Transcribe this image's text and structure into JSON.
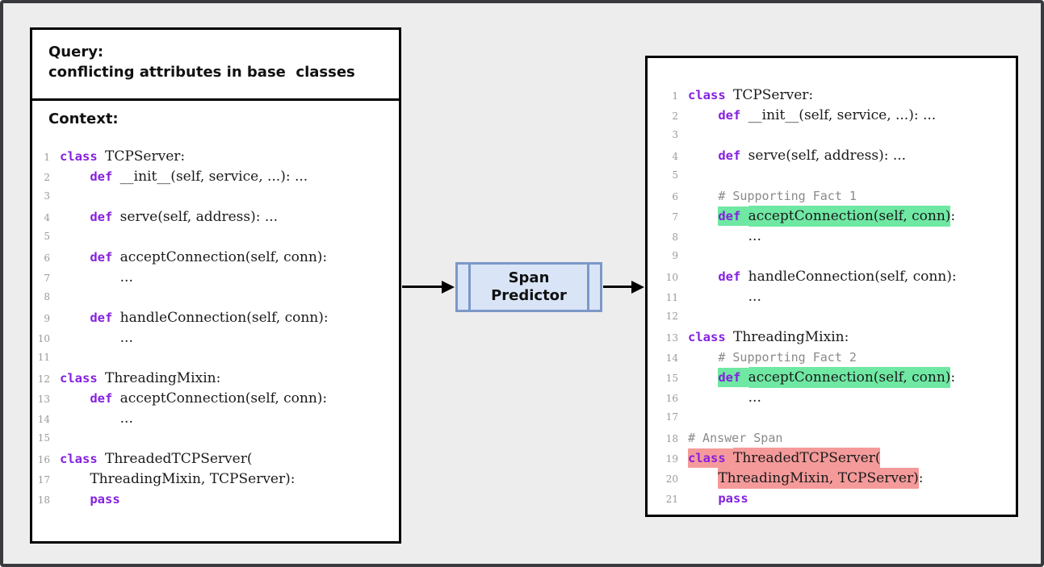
{
  "colors": {
    "keyword": "#8520e0",
    "comment": "#8a8a8a",
    "line_number": "#9a9a9a",
    "highlight_green": "#6fe8a3",
    "highlight_red": "#f59a9a",
    "predictor_fill": "#d9e5f7",
    "predictor_border": "#7b98c8",
    "canvas_bg": "#ededee",
    "panel_border": "#000000",
    "frame_border": "#383a3e"
  },
  "left_panel": {
    "query_label": "Query:",
    "query_text": "conflicting attributes in base  classes",
    "context_label": "Context:",
    "code": [
      {
        "n": 1,
        "s": [
          {
            "t": "class ",
            "c": "kw"
          },
          {
            "t": "TCPServer:",
            "c": "id"
          }
        ]
      },
      {
        "n": 2,
        "s": [
          {
            "t": "    ",
            "c": "ind"
          },
          {
            "t": "def ",
            "c": "kw"
          },
          {
            "t": "__init__(self, service, ...): ...",
            "c": "id"
          }
        ]
      },
      {
        "n": 3,
        "s": []
      },
      {
        "n": 4,
        "s": [
          {
            "t": "    ",
            "c": "ind"
          },
          {
            "t": "def ",
            "c": "kw"
          },
          {
            "t": "serve(self, address): ...",
            "c": "id"
          }
        ]
      },
      {
        "n": 5,
        "s": []
      },
      {
        "n": 6,
        "s": [
          {
            "t": "    ",
            "c": "ind"
          },
          {
            "t": "def ",
            "c": "kw"
          },
          {
            "t": "acceptConnection(self, conn):",
            "c": "id"
          }
        ]
      },
      {
        "n": 7,
        "s": [
          {
            "t": "        ",
            "c": "ind"
          },
          {
            "t": "...",
            "c": "id"
          }
        ]
      },
      {
        "n": 8,
        "s": []
      },
      {
        "n": 9,
        "s": [
          {
            "t": "    ",
            "c": "ind"
          },
          {
            "t": "def ",
            "c": "kw"
          },
          {
            "t": "handleConnection(self, conn):",
            "c": "id"
          }
        ]
      },
      {
        "n": 10,
        "s": [
          {
            "t": "        ",
            "c": "ind"
          },
          {
            "t": "...",
            "c": "id"
          }
        ]
      },
      {
        "n": 11,
        "s": []
      },
      {
        "n": 12,
        "s": [
          {
            "t": "class ",
            "c": "kw"
          },
          {
            "t": "ThreadingMixin:",
            "c": "id"
          }
        ]
      },
      {
        "n": 13,
        "s": [
          {
            "t": "    ",
            "c": "ind"
          },
          {
            "t": "def ",
            "c": "kw"
          },
          {
            "t": "acceptConnection(self, conn):",
            "c": "id"
          }
        ]
      },
      {
        "n": 14,
        "s": [
          {
            "t": "        ",
            "c": "ind"
          },
          {
            "t": "...",
            "c": "id"
          }
        ]
      },
      {
        "n": 15,
        "s": []
      },
      {
        "n": 16,
        "s": [
          {
            "t": "class ",
            "c": "kw"
          },
          {
            "t": "ThreadedTCPServer(",
            "c": "id"
          }
        ]
      },
      {
        "n": 17,
        "s": [
          {
            "t": "    ",
            "c": "ind"
          },
          {
            "t": "ThreadingMixin, TCPServer):",
            "c": "id"
          }
        ]
      },
      {
        "n": 18,
        "s": [
          {
            "t": "    ",
            "c": "ind"
          },
          {
            "t": "pass",
            "c": "kw"
          }
        ]
      }
    ]
  },
  "span_predictor": {
    "label": "Span\nPredictor"
  },
  "right_panel": {
    "code": [
      {
        "n": 1,
        "s": [
          {
            "t": "class ",
            "c": "kw"
          },
          {
            "t": "TCPServer:",
            "c": "id"
          }
        ]
      },
      {
        "n": 2,
        "s": [
          {
            "t": "    ",
            "c": "ind"
          },
          {
            "t": "def ",
            "c": "kw"
          },
          {
            "t": "__init__(self, service, ...): ...",
            "c": "id"
          }
        ]
      },
      {
        "n": 3,
        "s": []
      },
      {
        "n": 4,
        "s": [
          {
            "t": "    ",
            "c": "ind"
          },
          {
            "t": "def ",
            "c": "kw"
          },
          {
            "t": "serve(self, address): ...",
            "c": "id"
          }
        ]
      },
      {
        "n": 5,
        "s": []
      },
      {
        "n": 6,
        "s": [
          {
            "t": "    ",
            "c": "ind"
          },
          {
            "t": "# Supporting Fact 1",
            "c": "cm"
          }
        ]
      },
      {
        "n": 7,
        "s": [
          {
            "t": "    ",
            "c": "ind"
          },
          {
            "t": "def ",
            "c": "kw",
            "h": "green"
          },
          {
            "t": "acceptConnection(self, conn)",
            "c": "id",
            "h": "green"
          },
          {
            "t": ":",
            "c": "id"
          }
        ]
      },
      {
        "n": 8,
        "s": [
          {
            "t": "        ",
            "c": "ind"
          },
          {
            "t": "...",
            "c": "id"
          }
        ]
      },
      {
        "n": 9,
        "s": []
      },
      {
        "n": 10,
        "s": [
          {
            "t": "    ",
            "c": "ind"
          },
          {
            "t": "def ",
            "c": "kw"
          },
          {
            "t": "handleConnection(self, conn):",
            "c": "id"
          }
        ]
      },
      {
        "n": 11,
        "s": [
          {
            "t": "        ",
            "c": "ind"
          },
          {
            "t": "...",
            "c": "id"
          }
        ]
      },
      {
        "n": 12,
        "s": []
      },
      {
        "n": 13,
        "s": [
          {
            "t": "class ",
            "c": "kw"
          },
          {
            "t": "ThreadingMixin:",
            "c": "id"
          }
        ]
      },
      {
        "n": 14,
        "s": [
          {
            "t": "    ",
            "c": "ind"
          },
          {
            "t": "# Supporting Fact 2",
            "c": "cm"
          }
        ]
      },
      {
        "n": 15,
        "s": [
          {
            "t": "    ",
            "c": "ind"
          },
          {
            "t": "def ",
            "c": "kw",
            "h": "green"
          },
          {
            "t": "acceptConnection(self, conn)",
            "c": "id",
            "h": "green"
          },
          {
            "t": ":",
            "c": "id"
          }
        ]
      },
      {
        "n": 16,
        "s": [
          {
            "t": "        ",
            "c": "ind"
          },
          {
            "t": "...",
            "c": "id"
          }
        ]
      },
      {
        "n": 17,
        "s": []
      },
      {
        "n": 18,
        "s": [
          {
            "t": "# Answer Span",
            "c": "cm"
          }
        ]
      },
      {
        "n": 19,
        "s": [
          {
            "t": "class ",
            "c": "kw",
            "h": "red"
          },
          {
            "t": "ThreadedTCPServer(",
            "c": "id",
            "h": "red"
          }
        ]
      },
      {
        "n": 20,
        "s": [
          {
            "t": "    ",
            "c": "ind"
          },
          {
            "t": "ThreadingMixin, TCPServer)",
            "c": "id",
            "h": "red"
          },
          {
            "t": ":",
            "c": "id"
          }
        ]
      },
      {
        "n": 21,
        "s": [
          {
            "t": "    ",
            "c": "ind"
          },
          {
            "t": "pass",
            "c": "kw"
          }
        ]
      }
    ]
  }
}
